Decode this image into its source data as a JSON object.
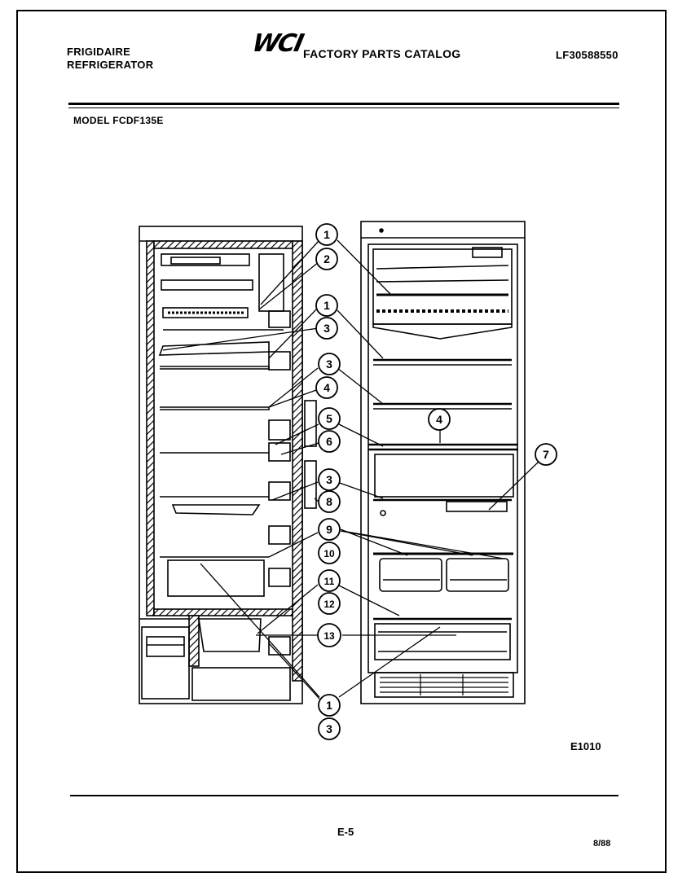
{
  "header": {
    "brand_line1": "FRIGIDAIRE",
    "brand_line2": "REFRIGERATOR",
    "logo": "WCI",
    "catalog_title": "FACTORY PARTS CATALOG",
    "catalog_number": "LF30588550"
  },
  "model_label": "MODEL FCDF135E",
  "callouts": [
    "1",
    "2",
    "1",
    "3",
    "3",
    "4",
    "4",
    "5",
    "6",
    "7",
    "3",
    "8",
    "9",
    "10",
    "11",
    "12",
    "13",
    "1",
    "3"
  ],
  "figure_code": "E1010",
  "footer": {
    "page_number": "E-5",
    "revision_date": "8/88"
  }
}
